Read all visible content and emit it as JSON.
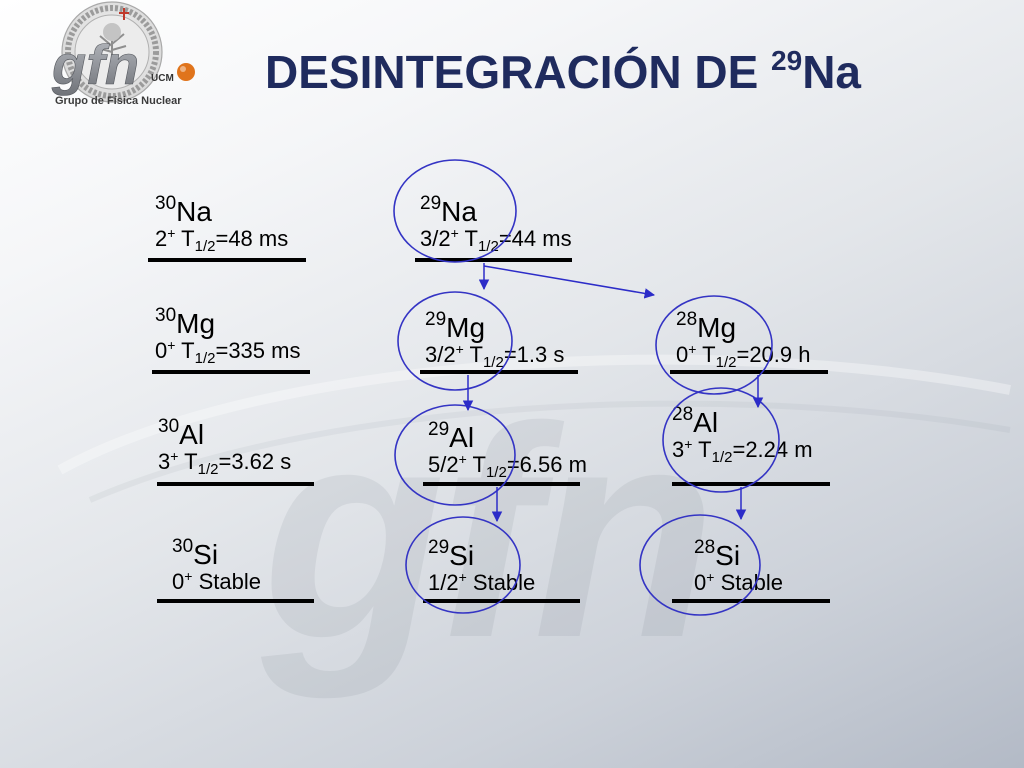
{
  "title": {
    "prefix": "DESINTEGRACIÓN DE ",
    "mass": "29",
    "symbol": "Na"
  },
  "colors": {
    "title": "#1f2b5e",
    "circle": "#3434c4",
    "arrow": "#2c2cc8",
    "level_line": "#000000",
    "logo_orange": "#e0741c"
  },
  "logo": {
    "letters": "gfn",
    "institution": "UCM",
    "group": "Grupo de Física Nuclear"
  },
  "watermark": {
    "letters": "gfn"
  },
  "nuclides": [
    {
      "mass": "30",
      "symbol": "Na",
      "spin": "2",
      "parity": "+",
      "t_label": "T",
      "t_sub": "1/2",
      "t_value": "=48 ms",
      "circled": false
    },
    {
      "mass": "29",
      "symbol": "Na",
      "spin": "3/2",
      "parity": "+",
      "t_label": "T",
      "t_sub": "1/2",
      "t_value": "=44 ms",
      "circled": true
    },
    {
      "mass": "30",
      "symbol": "Mg",
      "spin": "0",
      "parity": "+",
      "t_label": "T",
      "t_sub": "1/2",
      "t_value": "=335 ms",
      "circled": false
    },
    {
      "mass": "29",
      "symbol": "Mg",
      "spin": "3/2",
      "parity": "+",
      "t_label": "T",
      "t_sub": "1/2",
      "t_value": "=1.3 s",
      "circled": true
    },
    {
      "mass": "28",
      "symbol": "Mg",
      "spin": "0",
      "parity": "+",
      "t_label": "T",
      "t_sub": "1/2",
      "t_value": "=20.9 h",
      "circled": true
    },
    {
      "mass": "30",
      "symbol": "Al",
      "spin": "3",
      "parity": "+",
      "t_label": "T",
      "t_sub": "1/2",
      "t_value": "=3.62 s",
      "circled": false
    },
    {
      "mass": "29",
      "symbol": "Al",
      "spin": "5/2",
      "parity": "+",
      "t_label": "T",
      "t_sub": "1/2",
      "t_value": "=6.56 m",
      "circled": true
    },
    {
      "mass": "28",
      "symbol": "Al",
      "spin": "3",
      "parity": "+",
      "t_label": "T",
      "t_sub": "1/2",
      "t_value": "=2.24 m",
      "circled": true
    },
    {
      "mass": "30",
      "symbol": "Si",
      "spin": "0",
      "parity": "+",
      "status": "Stable",
      "circled": false
    },
    {
      "mass": "29",
      "symbol": "Si",
      "spin": "1/2",
      "parity": "+",
      "status": "Stable",
      "circled": true
    },
    {
      "mass": "28",
      "symbol": "Si",
      "spin": "0",
      "parity": "+",
      "status": "Stable",
      "circled": true
    }
  ],
  "decays": [
    [
      1,
      3
    ],
    [
      1,
      4
    ],
    [
      3,
      6
    ],
    [
      4,
      7
    ],
    [
      6,
      9
    ],
    [
      7,
      10
    ]
  ]
}
